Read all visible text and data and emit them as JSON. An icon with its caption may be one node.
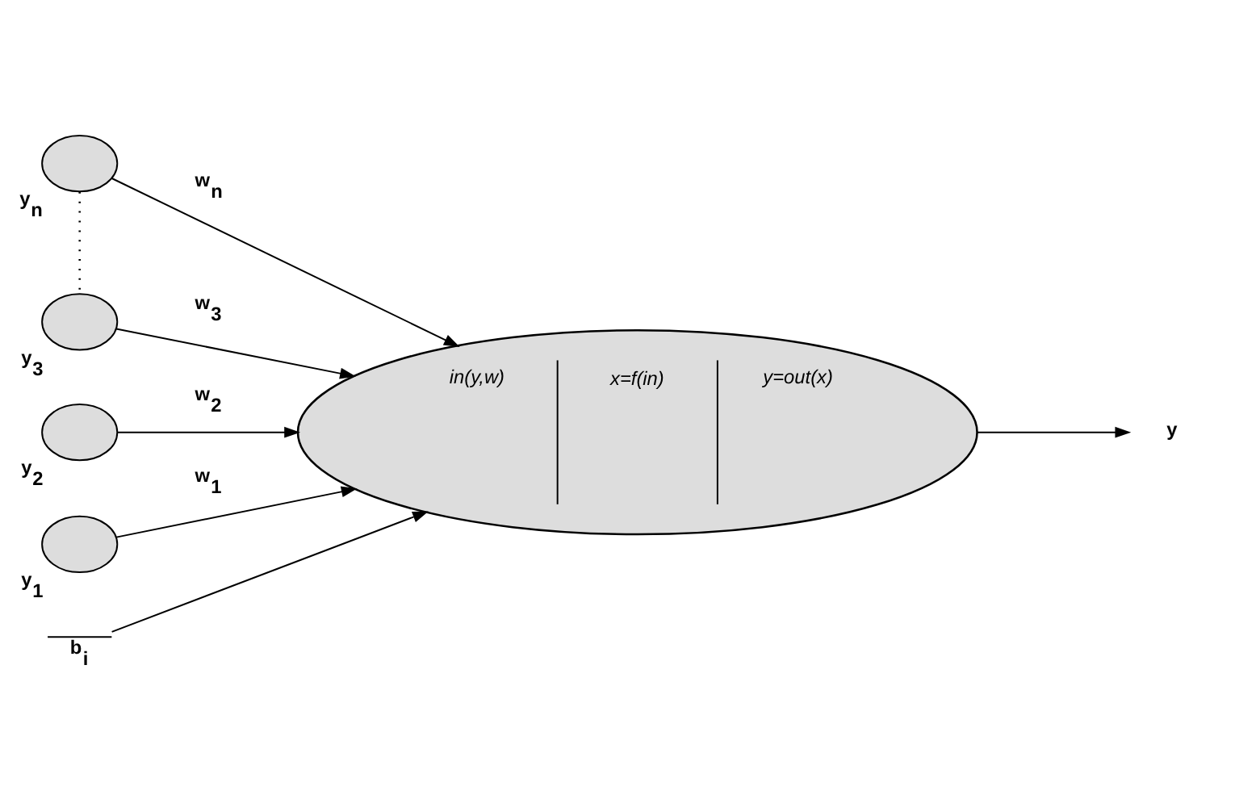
{
  "diagram": {
    "nodes": [
      {
        "text": [],
        "shape": "circle",
        "beside": [
          "y$_{n}$"
        ]
      },
      {
        "text": [],
        "shape": "circle",
        "beside": [
          "y$_{3}$"
        ]
      },
      {
        "text": [],
        "shape": "circle",
        "beside": [
          "y$_{2}$"
        ]
      },
      {
        "text": [],
        "shape": "circle",
        "beside": [
          "y$_{1}$"
        ]
      },
      {
        "text": [
          "in(y,w)",
          "x=f(in)",
          "y=out(x)"
        ]
      },
      {
        "text": [
          "y"
        ]
      },
      {
        "text": [
          "b$_{i}$"
        ]
      }
    ],
    "edges": [
      {
        "from": 0,
        "to": 4,
        "arrow": "to",
        "label": "w$_{n}$"
      },
      {
        "from": 1,
        "to": 4,
        "arrow": "to",
        "label": "w$_{3}$"
      },
      {
        "from": 2,
        "to": 4,
        "arrow": "to",
        "label": "w$_{2}$"
      },
      {
        "from": 3,
        "to": 4,
        "arrow": "to",
        "label": "w$_{1}$"
      },
      {
        "from": 0,
        "to": 1,
        "arrow": "none",
        "style": "dashed"
      },
      {
        "from": 4,
        "to": 5,
        "arrow": "to"
      },
      {
        "from": 6,
        "to": 4,
        "arrow": "to"
      }
    ]
  }
}
